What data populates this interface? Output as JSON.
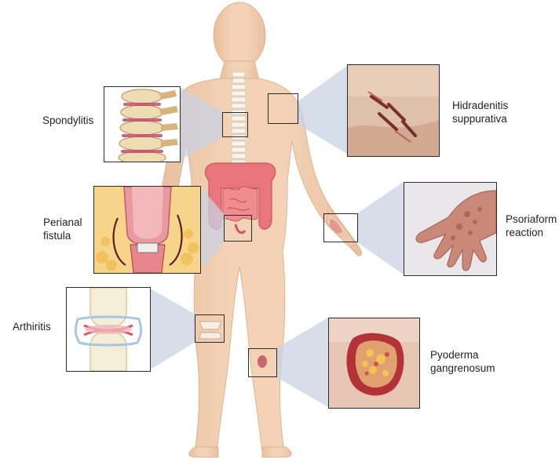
{
  "figure": {
    "conditions": [
      {
        "id": "spondylitis",
        "lines": [
          "Spondylitis"
        ]
      },
      {
        "id": "hidradenitis",
        "lines": [
          "Hidradenitis",
          "suppurativa"
        ]
      },
      {
        "id": "perianal",
        "lines": [
          "Perianal",
          "fistula"
        ]
      },
      {
        "id": "psoriaform",
        "lines": [
          "Psoriaform",
          "reaction"
        ]
      },
      {
        "id": "arthritis",
        "lines": [
          "Arthiritis"
        ]
      },
      {
        "id": "pyoderma",
        "lines": [
          "Pyoderma",
          "gangrenosum"
        ]
      }
    ]
  },
  "colors": {
    "skin": "#f2cfb0",
    "skin_shadow": "#e5b998",
    "connector": "#c9d3e3",
    "intestine": "#e8767c",
    "bone": "#f6f1e2",
    "border": "#2b2b2b"
  }
}
